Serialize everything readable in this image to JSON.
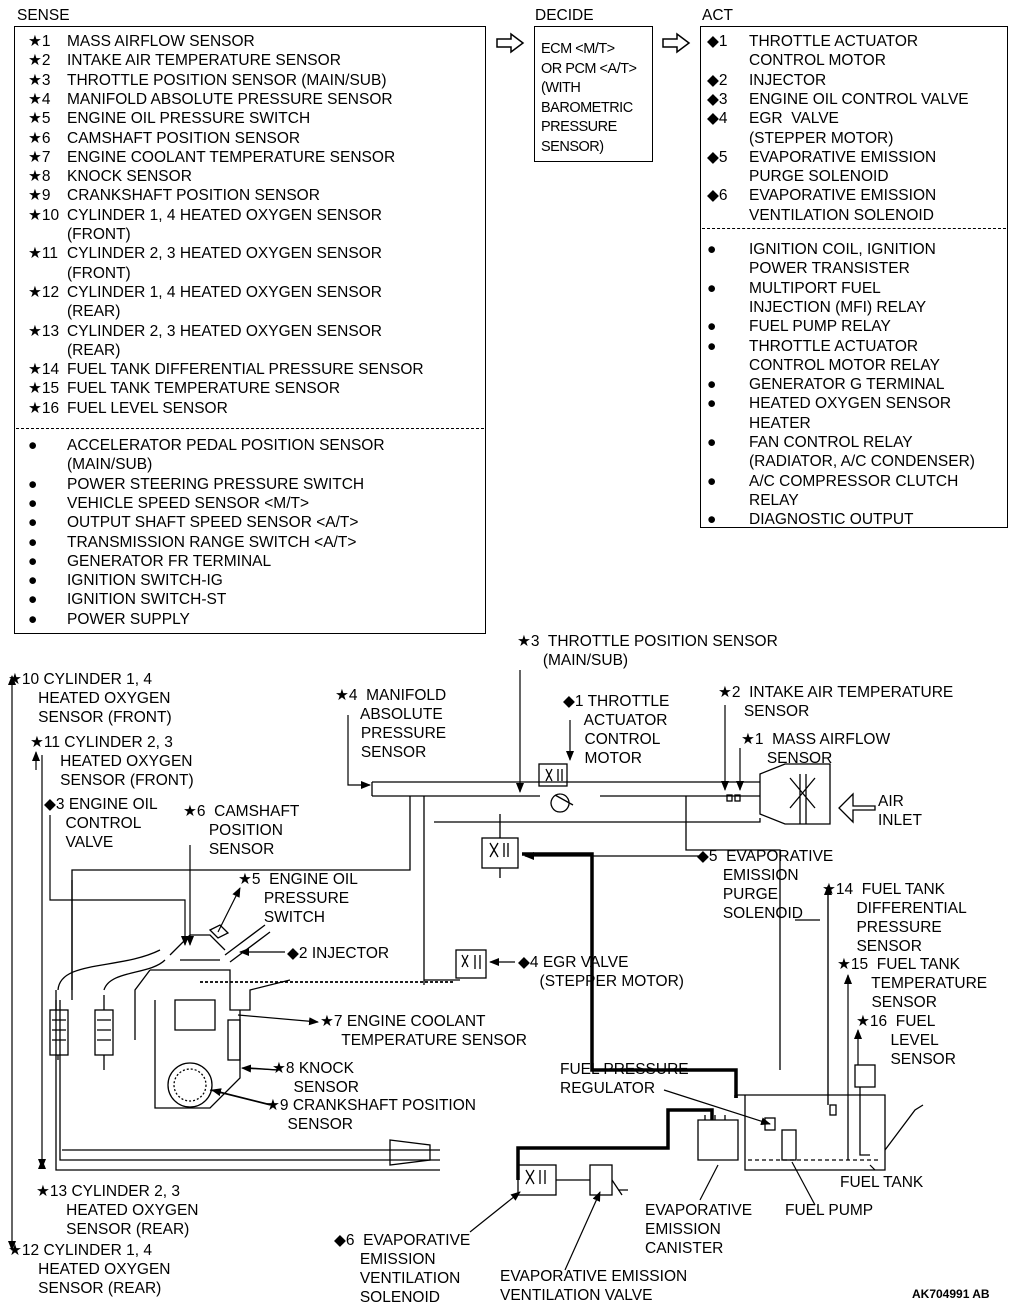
{
  "headers": {
    "sense": "SENSE",
    "decide": "DECIDE",
    "act": "ACT"
  },
  "decide_text": [
    "ECM <M/T>",
    "OR PCM <A/T>",
    "(WITH",
    "BAROMETRIC",
    "PRESSURE",
    "SENSOR)"
  ],
  "sense_star_items": [
    {
      "marker": "★1",
      "lines": [
        "MASS AIRFLOW SENSOR"
      ]
    },
    {
      "marker": "★2",
      "lines": [
        "INTAKE AIR TEMPERATURE SENSOR"
      ]
    },
    {
      "marker": "★3",
      "lines": [
        "THROTTLE POSITION SENSOR (MAIN/SUB)"
      ]
    },
    {
      "marker": "★4",
      "lines": [
        "MANIFOLD ABSOLUTE PRESSURE SENSOR"
      ]
    },
    {
      "marker": "★5",
      "lines": [
        "ENGINE OIL PRESSURE SWITCH"
      ]
    },
    {
      "marker": "★6",
      "lines": [
        "CAMSHAFT POSITION SENSOR"
      ]
    },
    {
      "marker": "★7",
      "lines": [
        "ENGINE COOLANT TEMPERATURE SENSOR"
      ]
    },
    {
      "marker": "★8",
      "lines": [
        "KNOCK SENSOR"
      ]
    },
    {
      "marker": "★9",
      "lines": [
        "CRANKSHAFT POSITION SENSOR"
      ]
    },
    {
      "marker": "★10",
      "lines": [
        "CYLINDER 1, 4 HEATED OXYGEN SENSOR",
        "(FRONT)"
      ]
    },
    {
      "marker": "★11",
      "lines": [
        "CYLINDER 2, 3 HEATED OXYGEN SENSOR",
        "(FRONT)"
      ]
    },
    {
      "marker": "★12",
      "lines": [
        "CYLINDER 1, 4 HEATED OXYGEN SENSOR",
        "(REAR)"
      ]
    },
    {
      "marker": "★13",
      "lines": [
        "CYLINDER 2, 3 HEATED OXYGEN SENSOR",
        "(REAR)"
      ]
    },
    {
      "marker": "★14",
      "lines": [
        "FUEL TANK DIFFERENTIAL PRESSURE SENSOR"
      ]
    },
    {
      "marker": "★15",
      "lines": [
        "FUEL TANK TEMPERATURE SENSOR"
      ]
    },
    {
      "marker": "★16",
      "lines": [
        "FUEL LEVEL SENSOR"
      ]
    }
  ],
  "sense_dot_items": [
    [
      "ACCELERATOR PEDAL POSITION SENSOR",
      "(MAIN/SUB)"
    ],
    [
      "POWER STEERING PRESSURE SWITCH"
    ],
    [
      "VEHICLE SPEED SENSOR <M/T>"
    ],
    [
      "OUTPUT SHAFT SPEED SENSOR <A/T>"
    ],
    [
      "TRANSMISSION RANGE SWITCH <A/T>"
    ],
    [
      "GENERATOR FR TERMINAL"
    ],
    [
      "IGNITION SWITCH-IG"
    ],
    [
      "IGNITION SWITCH-ST"
    ],
    [
      "POWER SUPPLY"
    ]
  ],
  "act_diamond_items": [
    {
      "marker": "◆1",
      "lines": [
        "THROTTLE ACTUATOR",
        "CONTROL MOTOR"
      ]
    },
    {
      "marker": "◆2",
      "lines": [
        "INJECTOR"
      ]
    },
    {
      "marker": "◆3",
      "lines": [
        "ENGINE OIL CONTROL VALVE"
      ]
    },
    {
      "marker": "◆4",
      "lines": [
        "EGR  VALVE",
        "(STEPPER MOTOR)"
      ]
    },
    {
      "marker": "◆5",
      "lines": [
        "EVAPORATIVE EMISSION",
        "PURGE SOLENOID"
      ]
    },
    {
      "marker": "◆6",
      "lines": [
        "EVAPORATIVE EMISSION",
        "VENTILATION SOLENOID"
      ]
    }
  ],
  "act_dot_items": [
    [
      "IGNITION COIL, IGNITION",
      "POWER TRANSISTER"
    ],
    [
      "MULTIPORT FUEL",
      "INJECTION (MFI) RELAY"
    ],
    [
      "FUEL PUMP RELAY"
    ],
    [
      "THROTTLE ACTUATOR",
      "CONTROL MOTOR RELAY"
    ],
    [
      "GENERATOR G TERMINAL"
    ],
    [
      "HEATED OXYGEN SENSOR",
      "HEATER"
    ],
    [
      "FAN CONTROL RELAY",
      "(RADIATOR, A/C CONDENSER)"
    ],
    [
      "A/C COMPRESSOR CLUTCH",
      "RELAY"
    ],
    [
      "DIAGNOSTIC OUTPUT"
    ]
  ],
  "bullet": "●",
  "diagram_labels": {
    "l10": "★10 CYLINDER 1, 4\n       HEATED OXYGEN\n       SENSOR (FRONT)",
    "l11": "★11 CYLINDER 2, 3\n       HEATED OXYGEN\n       SENSOR (FRONT)",
    "l3a": "◆3 ENGINE OIL\n     CONTROL\n     VALVE",
    "l6": "★6  CAMSHAFT\n      POSITION\n      SENSOR",
    "l5": "★5  ENGINE OIL\n      PRESSURE\n      SWITCH",
    "l2inj": "◆2 INJECTOR",
    "l4map": "★4  MANIFOLD\n      ABSOLUTE\n      PRESSURE\n      SENSOR",
    "l3tps": "★3  THROTTLE POSITION SENSOR\n      (MAIN/SUB)",
    "l1thr": "◆1 THROTTLE\n     ACTUATOR\n     CONTROL\n     MOTOR",
    "l2iat": "★2  INTAKE AIR TEMPERATURE\n      SENSOR",
    "l1maf": "★1  MASS AIRFLOW\n      SENSOR",
    "air": "AIR\nINLET",
    "l5purge": "◆5  EVAPORATIVE\n      EMISSION\n      PURGE\n      SOLENOID",
    "l14": "★14  FUEL TANK\n        DIFFERENTIAL\n        PRESSURE\n        SENSOR",
    "l4egr": "◆4 EGR VALVE\n     (STEPPER MOTOR)",
    "l15": "★15  FUEL TANK\n        TEMPERATURE\n        SENSOR",
    "l7": "★7 ENGINE COOLANT\n     TEMPERATURE SENSOR",
    "l16": "★16  FUEL\n        LEVEL\n        SENSOR",
    "l8": "★8 KNOCK\n     SENSOR",
    "fpr": "FUEL PRESSURE\nREGULATOR",
    "l9": "★9 CRANKSHAFT POSITION\n     SENSOR",
    "tank": "FUEL TANK",
    "l13": "★13 CYLINDER 2, 3\n       HEATED OXYGEN\n       SENSOR (REAR)",
    "canister": "EVAPORATIVE\nEMISSION\nCANISTER",
    "pump": "FUEL PUMP",
    "l12": "★12 CYLINDER 1, 4\n       HEATED OXYGEN\n       SENSOR (REAR)",
    "l6vent": "◆6  EVAPORATIVE\n      EMISSION\n      VENTILATION\n      SOLENOID",
    "ventvalve": "EVAPORATIVE EMISSION\nVENTILATION VALVE",
    "code": "AK704991 AB"
  }
}
